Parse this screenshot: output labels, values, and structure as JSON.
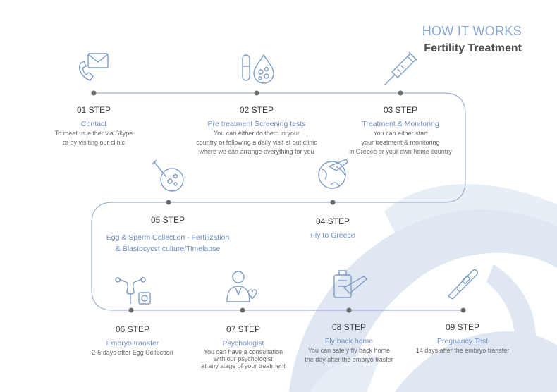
{
  "header": {
    "title": "HOW IT WORKS",
    "subtitle": "Fertility Treatment"
  },
  "colors": {
    "accent": "#8aa7d2",
    "line": "#9fb3cf",
    "dot": "#6b6b6b",
    "watermark": "#dfe7f2"
  },
  "steps": [
    {
      "number": "01 STEP",
      "title": "Contact",
      "desc": [
        "To meet us either via Skype",
        "or by visiting our clinic"
      ],
      "icon": "phone-mail-icon"
    },
    {
      "number": "02 STEP",
      "title": "Pre treatment  Screening tests",
      "desc": [
        "You can either do them in your",
        "country or following a daily visit at out clinic",
        "where we can arrange everything for you"
      ],
      "icon": "test-tube-icon"
    },
    {
      "number": "03 STEP",
      "title": "Treatment & Monitoring",
      "desc": [
        "You can either start",
        "your treatment & monitoring",
        "in Greece or your own home country"
      ],
      "icon": "syringe-icon"
    },
    {
      "number": "04 STEP",
      "title": "Fly to Greece",
      "desc": [],
      "icon": "globe-plane-icon"
    },
    {
      "number": "05 STEP",
      "title": "Egg & Sperm Collection - Fertilization",
      "title2": "& Blastocycst culture/Timelapse",
      "desc": [],
      "icon": "petri-dish-icon"
    },
    {
      "number": "06 STEP",
      "title": "Embryo transfer",
      "desc": [
        "2-5 days after Egg Collection"
      ],
      "icon": "uterus-icon"
    },
    {
      "number": "07 STEP",
      "title": "Psychologist",
      "desc": [
        "You can have a consultation",
        "with our psychologist",
        "at any stage of your treatment"
      ],
      "icon": "psychologist-icon"
    },
    {
      "number": "08 STEP",
      "title": "Fly back home",
      "desc": [
        "You can safely fly back home",
        "the day after the embryo trasfer"
      ],
      "icon": "luggage-plane-icon"
    },
    {
      "number": "09 STEP",
      "title": "Pregnancy  Test",
      "desc": [
        "14 days after the embryo transfer"
      ],
      "icon": "pregnancy-test-icon"
    }
  ]
}
